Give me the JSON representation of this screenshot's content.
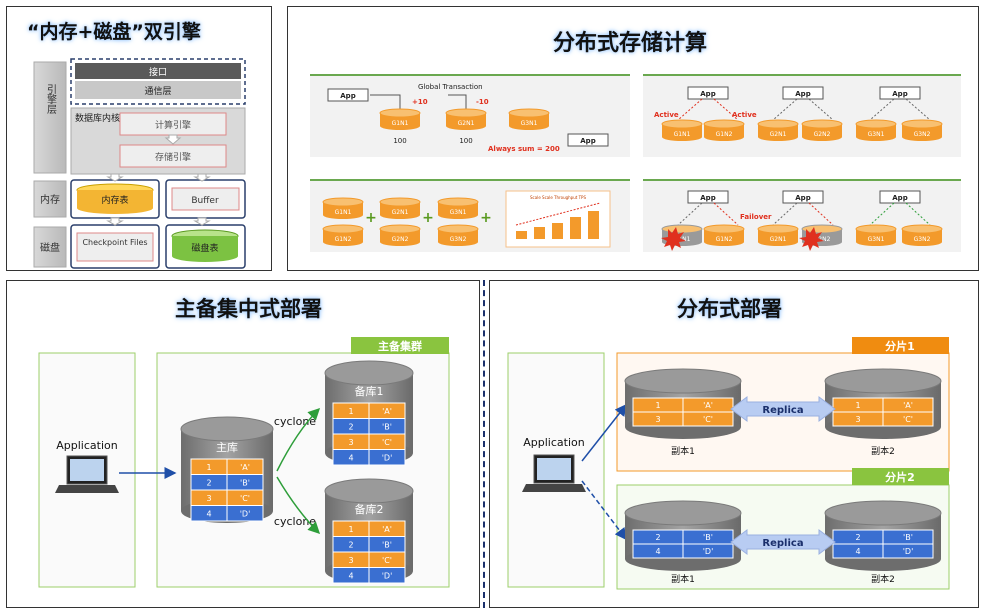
{
  "panel1": {
    "title": "“内存+磁盘”双引擎",
    "engine_layer": "引擎层",
    "interface": "接口",
    "comm_layer": "通信层",
    "db_kernel": "数据库内核",
    "compute_engine": "计算引擎",
    "storage_engine": "存储引擎",
    "memory_label": "内存",
    "memory_table": "内存表",
    "buffer": "Buffer",
    "disk_label": "磁盘",
    "checkpoint": "Checkpoint Files",
    "disk_table": "磁盘表"
  },
  "panel2": {
    "title": "分布式存储计算",
    "app": "App",
    "global_tx": "Global Transaction",
    "plus10": "+10",
    "minus10": "-10",
    "g1n1": "G1N1",
    "g2n1": "G2N1",
    "g3n1": "G3N1",
    "g1n2": "G1N2",
    "g2n2": "G2N2",
    "g3n2": "G3N2",
    "v100": "100",
    "always_sum": "Always sum = 200",
    "active": "Active",
    "failover": "Failover",
    "chart_title": "Scale Scale Throughput TPS"
  },
  "panel3": {
    "title": "主备集中式部署",
    "cluster": "主备集群",
    "application": "Application",
    "primary": "主库",
    "standby1": "备库1",
    "standby2": "备库2",
    "cyclone": "cyclone",
    "rows": [
      [
        "1",
        "'A'"
      ],
      [
        "2",
        "'B'"
      ],
      [
        "3",
        "'C'"
      ],
      [
        "4",
        "'D'"
      ]
    ]
  },
  "panel4": {
    "title": "分布式部署",
    "shard1": "分片1",
    "shard2": "分片2",
    "application": "Application",
    "replica": "Replica",
    "copy1": "副本1",
    "copy2": "副本2",
    "shard1_rows": [
      [
        "1",
        "'A'"
      ],
      [
        "3",
        "'C'"
      ]
    ],
    "shard2_rows": [
      [
        "2",
        "'B'"
      ],
      [
        "4",
        "'D'"
      ]
    ]
  },
  "colors": {
    "orange": "#f39a2b",
    "blue": "#3a6fd1",
    "green": "#8ac43f",
    "red": "#e0301e"
  }
}
